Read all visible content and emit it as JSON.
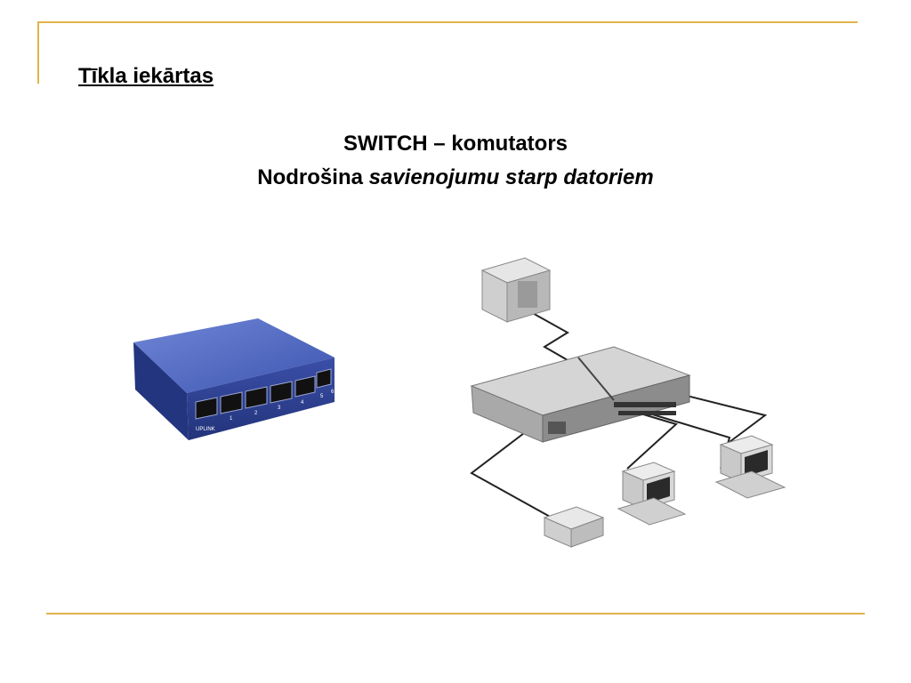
{
  "slide": {
    "heading": "Tīkla iekārtas",
    "line1": "SWITCH – komutators",
    "line2_prefix": "Nodrošina ",
    "line2_emphasis": "savienojumu starp datoriem"
  },
  "device_labels": {
    "uplink": "UPLINK",
    "ports": [
      "1",
      "2",
      "3",
      "4",
      "5"
    ],
    "port6": "6"
  },
  "colors": {
    "accent_rule": "#E0B44B",
    "switch_blue": "#3A4FA8"
  }
}
